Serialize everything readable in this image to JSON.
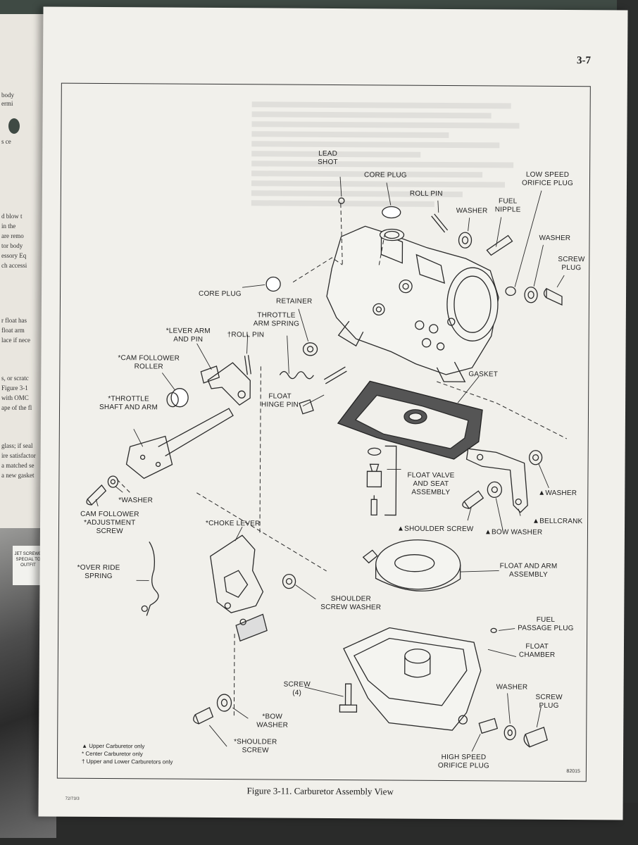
{
  "page_number": "3-7",
  "figure_caption": "Figure 3-11. Carburetor Assembly View",
  "drawing_number": "82015",
  "footer_code": "72/73/3",
  "labels": {
    "lead_shot": "LEAD\nSHOT",
    "core_plug_top": "CORE PLUG",
    "roll_pin": "ROLL PIN",
    "washer_top": "WASHER",
    "fuel_nipple": "FUEL\nNIPPLE",
    "low_speed_orifice_plug": "LOW SPEED\nORIFICE PLUG",
    "washer_right": "WASHER",
    "screw_plug_top": "SCREW\nPLUG",
    "core_plug_left": "CORE PLUG",
    "retainer": "RETAINER",
    "throttle_arm_spring": "THROTTLE\nARM SPRING",
    "lever_arm_and_pin": "*LEVER ARM\nAND PIN",
    "roll_pin_dagger": "†ROLL PIN",
    "cam_follower_roller": "*CAM FOLLOWER\nROLLER",
    "float_hinge_pin": "FLOAT\nHINGE PIN",
    "gasket": "GASKET",
    "throttle_shaft_and_arm": "*THROTTLE\nSHAFT AND ARM",
    "float_valve_and_seat": "FLOAT VALVE\nAND SEAT\nASSEMBLY",
    "washer_tri": "▲WASHER",
    "washer_star": "*WASHER",
    "cam_follower_adjustment_screw": "CAM FOLLOWER\n*ADJUSTMENT\nSCREW",
    "shoulder_screw_tri": "▲SHOULDER SCREW",
    "bow_washer_tri": "▲BOW WASHER",
    "bellcrank": "▲BELLCRANK",
    "choke_lever": "*CHOKE LEVER",
    "over_ride_spring": "*OVER RIDE\nSPRING",
    "float_and_arm": "FLOAT AND ARM\nASSEMBLY",
    "shoulder_screw_washer": "SHOULDER\nSCREW WASHER",
    "fuel_passage_plug": "FUEL\nPASSAGE PLUG",
    "float_chamber": "FLOAT\nCHAMBER",
    "screw_4": "SCREW\n(4)",
    "washer_bottom": "WASHER",
    "screw_plug_bottom": "SCREW\nPLUG",
    "bow_washer_star": "*BOW\nWASHER",
    "shoulder_screw_star": "*SHOULDER\nSCREW",
    "high_speed_orifice_plug": "HIGH SPEED\nORIFICE PLUG"
  },
  "legend": [
    "▲ Upper Carburetor only",
    "* Center Carburetor only",
    "† Upper and Lower Carburetors only"
  ],
  "left_page": {
    "fragments": [
      "body",
      "ermi",
      "s ce",
      "d blow t",
      "in the",
      "are remo",
      "tor body",
      "essory Eq",
      "ch accessi",
      "r float has",
      "float arm",
      "lace if nece",
      "s, or scratc",
      "Figure 3-1",
      "with OMC",
      "ape of the fl",
      "glass; if seal",
      "ire satisfactor",
      "a matched se",
      "a new gasket"
    ],
    "photo_tag": "JET SCREWD\nSPECIAL TO\nOUTFIT"
  }
}
